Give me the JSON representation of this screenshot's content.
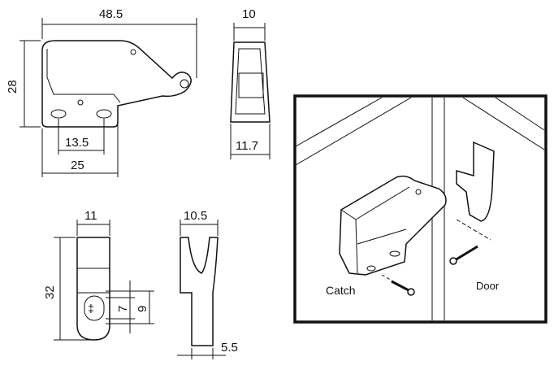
{
  "drawing": {
    "side_view": {
      "width": "48.5",
      "height": "28",
      "hole_spacing": "13.5",
      "base_width": "25"
    },
    "end_view": {
      "top_width": "10",
      "bottom_width": "11.7"
    },
    "strike_front_view": {
      "width": "11",
      "height": "32",
      "slot_length": "7",
      "slot_outer": "9"
    },
    "strike_side_view": {
      "width": "10.5",
      "thickness": "5.5"
    },
    "installation": {
      "catch_label": "Catch",
      "door_label": "Door"
    }
  }
}
